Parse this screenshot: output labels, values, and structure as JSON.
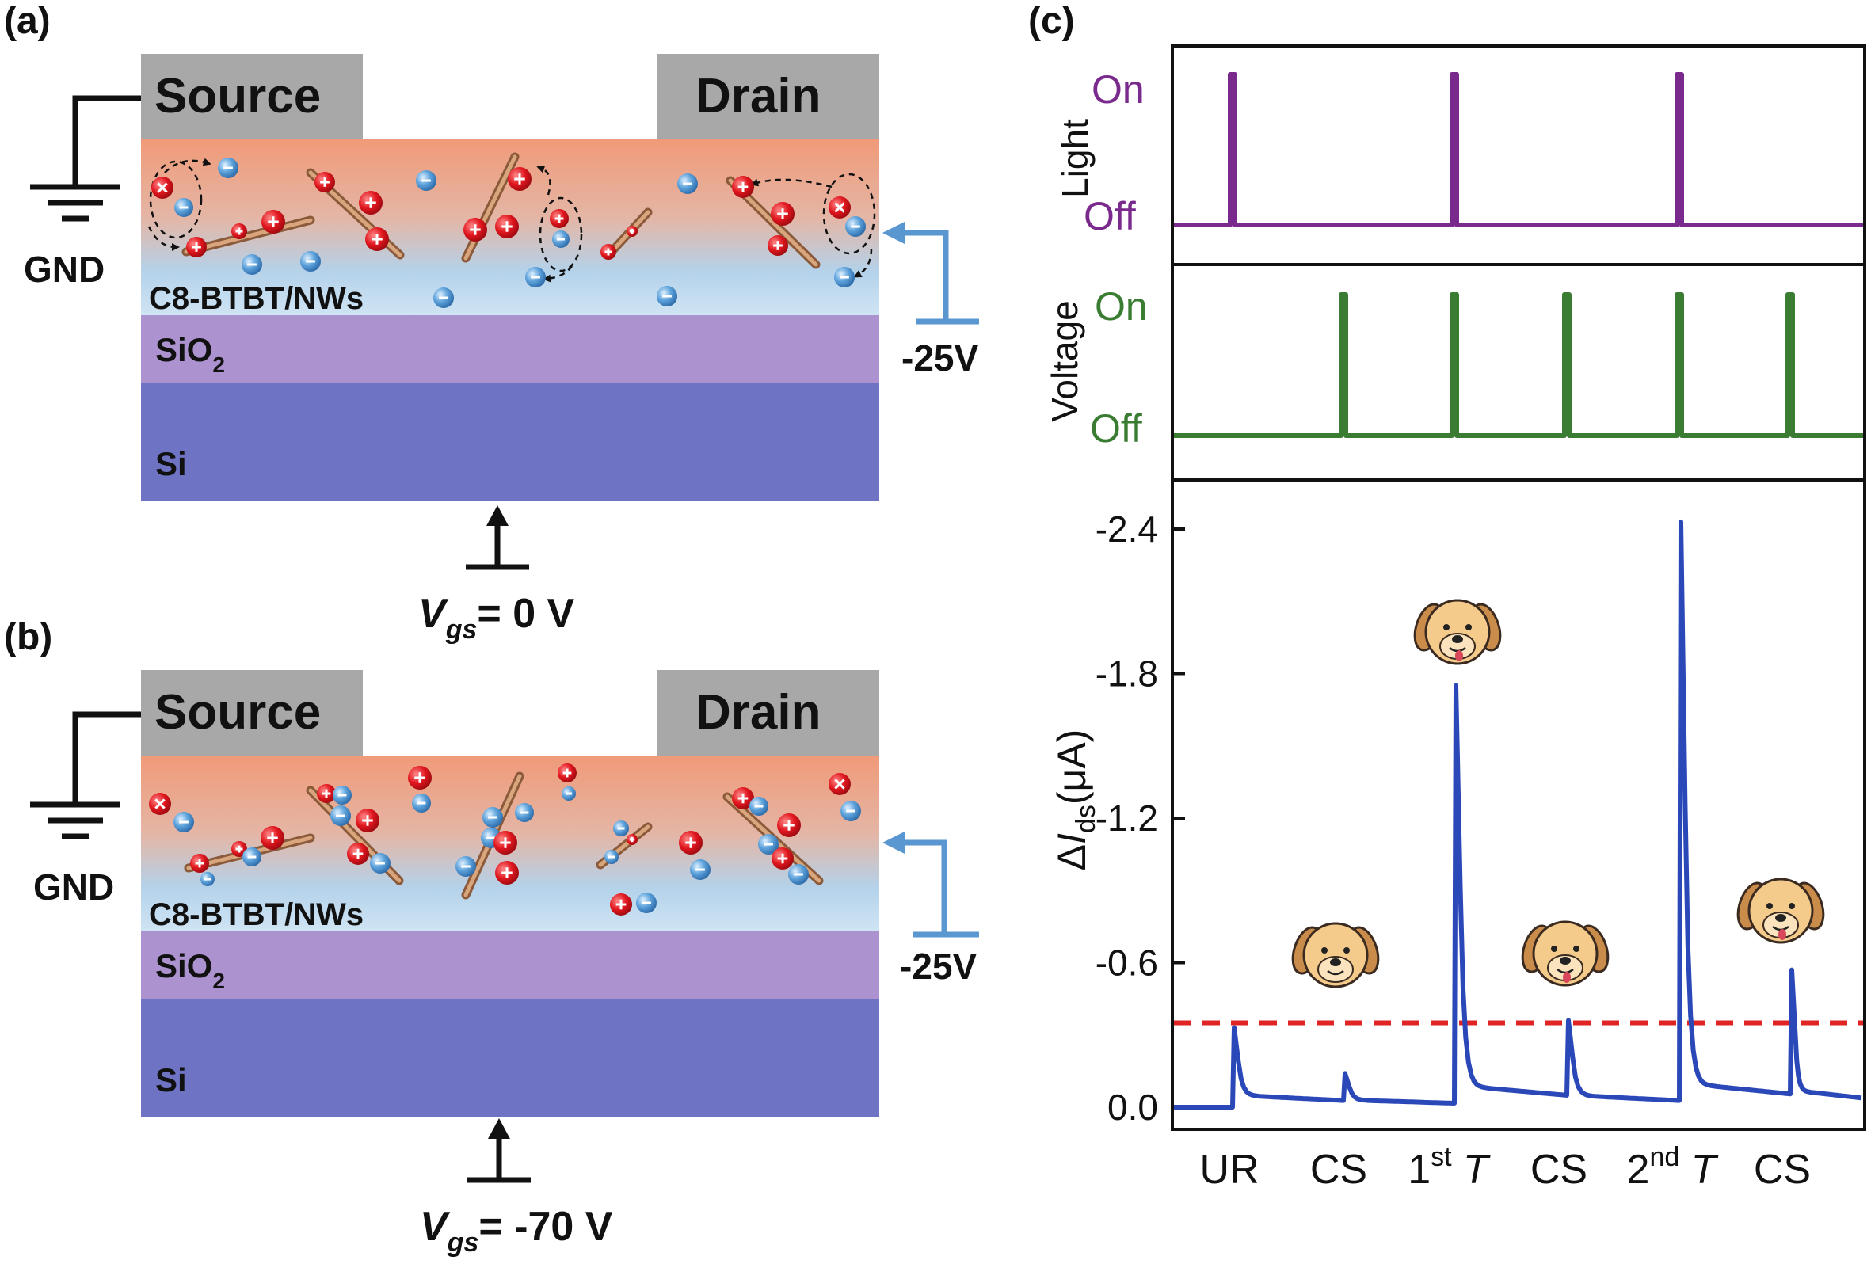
{
  "panels": {
    "a": {
      "letter": "(a)",
      "source": "Source",
      "drain": "Drain",
      "gnd": "GND",
      "channel": "C8-BTBT/NWs",
      "oxide": "SiO",
      "oxide_sub": "2",
      "substrate": "Si",
      "drain_voltage": "-25V",
      "vgs_symbol": "V",
      "vgs_sub": "gs",
      "vgs_value": "= 0 V"
    },
    "b": {
      "letter": "(b)",
      "source": "Source",
      "drain": "Drain",
      "gnd": "GND",
      "channel": "C8-BTBT/NWs",
      "oxide": "SiO",
      "oxide_sub": "2",
      "substrate": "Si",
      "drain_voltage": "-25V",
      "vgs_symbol": "V",
      "vgs_sub": "gs",
      "vgs_value": "= -70 V"
    },
    "c": {
      "letter": "(c)",
      "light_label": "Light",
      "voltage_label": "Voltage",
      "on": "On",
      "off": "Off",
      "ylabel_delta": "Δ",
      "ylabel_I": "I",
      "ylabel_sub": "ds",
      "ylabel_unit": "(μA)",
      "x_labels": [
        {
          "main": "UR",
          "sup": "",
          "tail": ""
        },
        {
          "main": "CS",
          "sup": "",
          "tail": ""
        },
        {
          "main": "1",
          "sup": "st",
          "tail": "T"
        },
        {
          "main": "CS",
          "sup": "",
          "tail": ""
        },
        {
          "main": "2",
          "sup": "nd",
          "tail": "T"
        },
        {
          "main": "CS",
          "sup": "",
          "tail": ""
        }
      ]
    }
  },
  "colors": {
    "light_trace": "#7a2a8c",
    "voltage_trace": "#3a7d32",
    "current_trace": "#2b48b8",
    "threshold": "#e02424",
    "arrow_blue": "#5a96d0",
    "electrode": "#a8a8a8",
    "oxide": "#ac93cf",
    "silicon": "#6f73c4"
  },
  "chart_data": {
    "type": "line",
    "xlabel": "",
    "ylabel": "ΔIds(μA)",
    "ylim": [
      0.05,
      -2.55
    ],
    "yticks": [
      0.0,
      -0.6,
      -1.2,
      -1.8,
      -2.4
    ],
    "ytick_labels": [
      "0.0",
      "-0.6",
      "-1.2",
      "-1.8",
      "-2.4"
    ],
    "categories": [
      "UR",
      "CS",
      "1stT",
      "CS",
      "2ndT",
      "CS"
    ],
    "threshold": -0.35,
    "light_pulses_at": [
      "UR",
      "1stT",
      "2ndT"
    ],
    "voltage_pulses_at": [
      "CS",
      "1stT",
      "CS",
      "2ndT",
      "CS"
    ],
    "spike_peaks": [
      -0.33,
      -0.14,
      -1.75,
      -0.36,
      -2.43,
      -0.57
    ],
    "baseline_after": [
      -0.05,
      -0.03,
      -0.09,
      -0.05,
      -0.1,
      -0.07
    ]
  }
}
